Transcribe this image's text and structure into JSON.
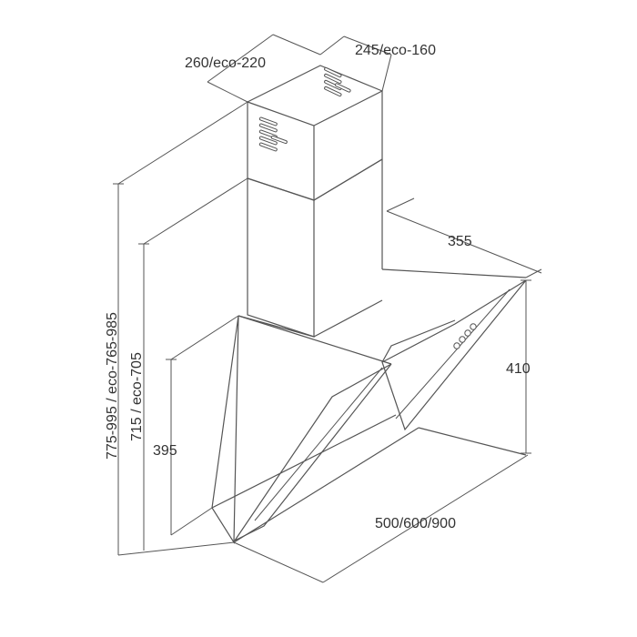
{
  "dimensions": {
    "chimney_width": "260/eco-220",
    "chimney_depth": "245/eco-160",
    "hood_depth": "355",
    "panel_height": "410",
    "width_options": "500/600/900",
    "total_height": "775-995 / eco-765-985",
    "mid_height": "715 / eco-705",
    "base_height": "395"
  },
  "colors": {
    "line": "#555555",
    "text": "#333333",
    "background": "#ffffff"
  }
}
